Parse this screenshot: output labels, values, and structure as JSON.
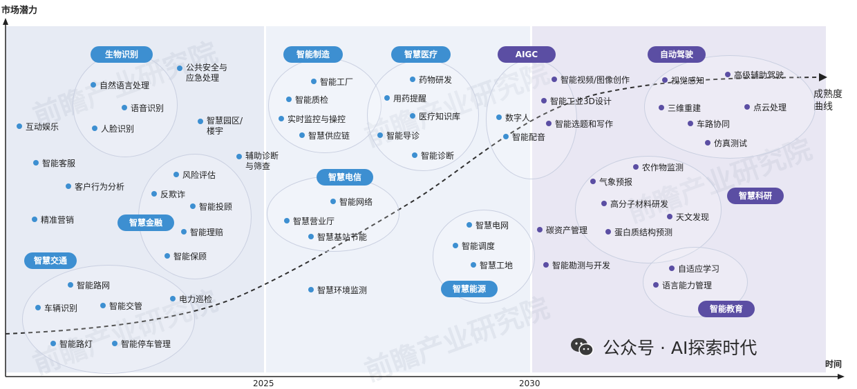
{
  "axis": {
    "y_label": "市场潜力",
    "x_label": "时间"
  },
  "x_ticks": [
    {
      "id": "left",
      "label": "2025"
    },
    {
      "id": "right",
      "label": "2030"
    }
  ],
  "curve_label": "成熟度\n曲线",
  "watermark": "前瞻产业研究院",
  "brand": {
    "icon": "wechat-icon",
    "text": "公众号 · AI探索时代"
  },
  "colors": {
    "stage1": "#e7ebf4",
    "stage2": "#eef2f9",
    "stage3": "#e9e7f3",
    "blue_tag": "#3d8fd1",
    "purple_tag": "#5b4ea3"
  },
  "clusters": [
    {
      "id": "bio",
      "tag": "生物识别",
      "items": [
        "自然语言处理",
        "语音识别",
        "人脸识别"
      ]
    },
    {
      "id": "fin",
      "tag": "智慧金融",
      "items": [
        "风险评估",
        "反欺诈",
        "智能投顾",
        "智能理赔",
        "智能保顾"
      ]
    },
    {
      "id": "traffic",
      "tag": "智慧交通",
      "items": [
        "智能路网",
        "车辆识别",
        "智能交管",
        "智能路灯",
        "智能停车管理"
      ]
    },
    {
      "id": "mfg",
      "tag": "智能制造",
      "items": [
        "智能工厂",
        "智能质检",
        "实时监控与操控",
        "智慧供应链"
      ]
    },
    {
      "id": "med",
      "tag": "智慧医疗",
      "items": [
        "药物研发",
        "用药提醒",
        "医疗知识库",
        "智能导诊",
        "智能诊断"
      ]
    },
    {
      "id": "telecom",
      "tag": "智慧电信",
      "items": [
        "智能网络",
        "智慧营业厅",
        "智慧基站节能"
      ]
    },
    {
      "id": "aigc",
      "tag": "AIGC",
      "items": [
        "数字人",
        "智能配音"
      ]
    },
    {
      "id": "drive",
      "tag": "自动驾驶",
      "items": [
        "视觉感知",
        "高级辅助驾驶",
        "三维重建",
        "点云处理",
        "车路协同",
        "仿真测试"
      ]
    },
    {
      "id": "energy",
      "tag": "智慧能源",
      "items": [
        "智慧电网",
        "智能调度",
        "智慧工地"
      ]
    },
    {
      "id": "sci",
      "tag": "智慧科研",
      "items": [
        "农作物监测",
        "气象预报",
        "高分子材料研发",
        "天文发现",
        "蛋白质结构预测"
      ]
    },
    {
      "id": "edu",
      "tag": "智能教育",
      "items": [
        "自适应学习",
        "语言能力管理"
      ]
    }
  ],
  "loose_items": {
    "public_safety": "公共安全与\n应急处理",
    "smart_park": "智慧园区/\n楼宇",
    "entertainment": "互动娱乐",
    "customer_service": "智能客服",
    "behavior": "客户行为分析",
    "marketing": "精准营销",
    "diagnosis_aid": "辅助诊断\n与筛查",
    "power_patrol": "电力巡检",
    "env_monitor": "智慧环境监测",
    "video_creation": "智能视频/图像创作",
    "industrial_3d": "智能工业3D设计",
    "topic_writing": "智能选题和写作",
    "carbon": "碳资产管理",
    "exploration": "智能勘测与开发"
  }
}
